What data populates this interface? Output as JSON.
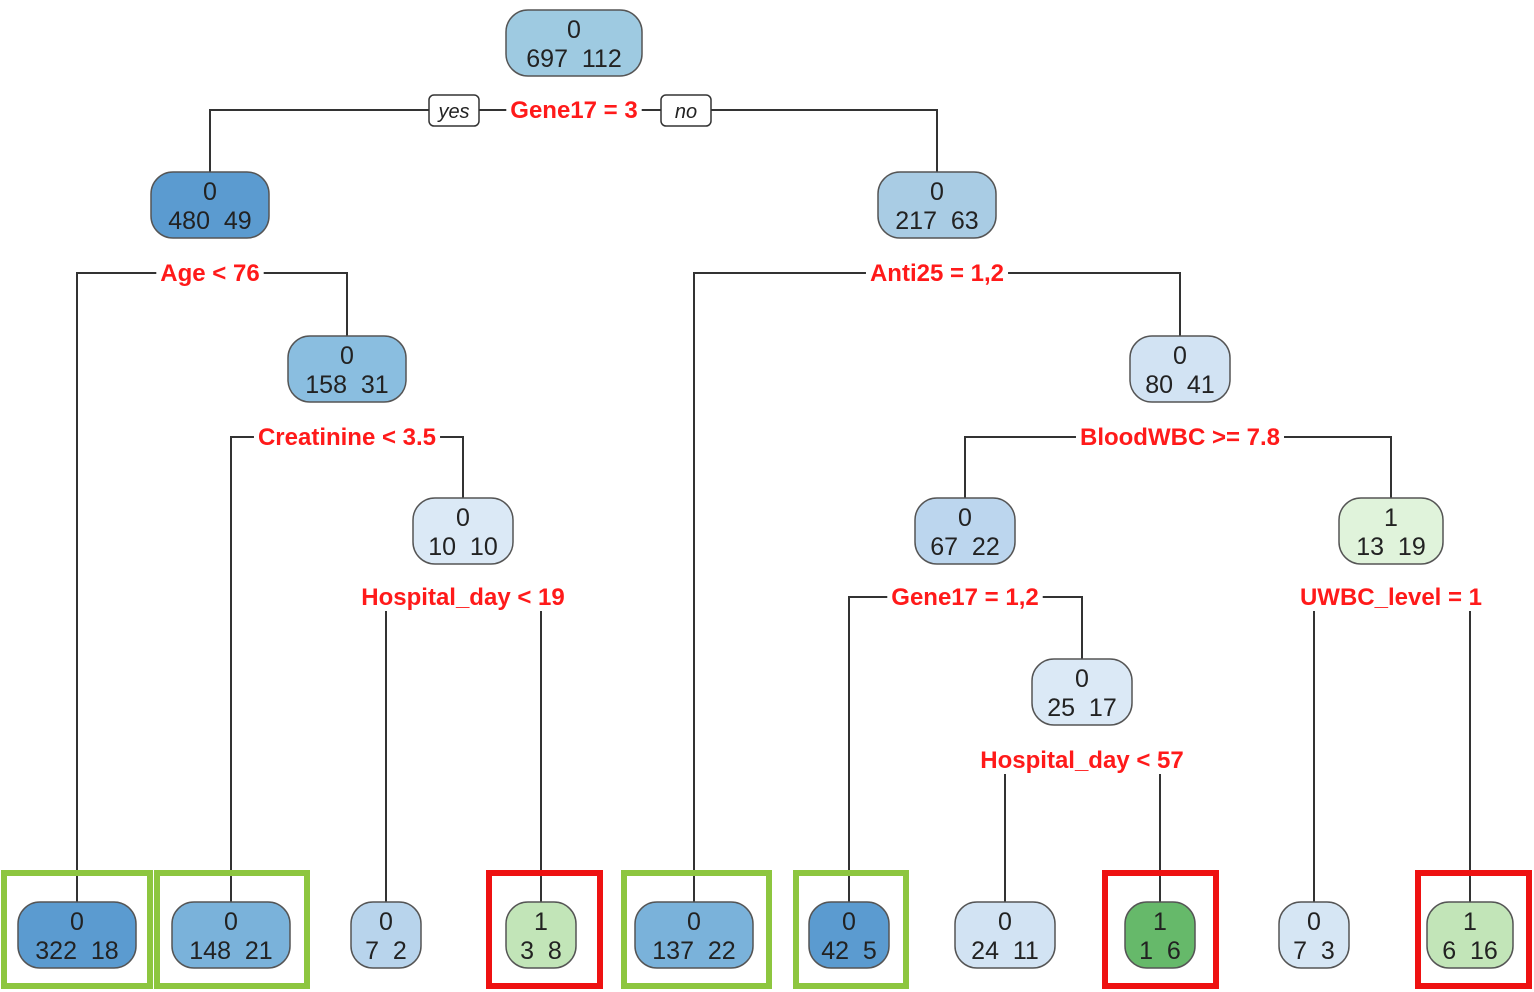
{
  "branch_labels": {
    "yes": "yes",
    "no": "no"
  },
  "colors": {
    "split_text": "#ff1a1a",
    "edge": "#333333",
    "good_leaf_frame": "#8dc63f",
    "bad_leaf_frame": "#ee1111"
  },
  "nodes": {
    "root": {
      "class": "0",
      "counts": "697  112",
      "fill": "#9ecae1"
    },
    "n2": {
      "class": "0",
      "counts": "480  49",
      "fill": "#5b9bd0"
    },
    "n3": {
      "class": "0",
      "counts": "217  63",
      "fill": "#a9cce4"
    },
    "n5": {
      "class": "0",
      "counts": "158  31",
      "fill": "#8abee0"
    },
    "n6": {
      "class": "0",
      "counts": "80  41",
      "fill": "#d2e3f3"
    },
    "n11": {
      "class": "0",
      "counts": "10  10",
      "fill": "#dbe9f6"
    },
    "n12": {
      "class": "0",
      "counts": "67  22",
      "fill": "#bcd6ee"
    },
    "n13": {
      "class": "1",
      "counts": "13  19",
      "fill": "#e0f3db"
    },
    "n25": {
      "class": "0",
      "counts": "25  17",
      "fill": "#dbe9f6"
    },
    "leaf1": {
      "class": "0",
      "counts": "322  18",
      "fill": "#5b9bd0"
    },
    "leaf2": {
      "class": "0",
      "counts": "148  21",
      "fill": "#7ab2da"
    },
    "leaf3": {
      "class": "0",
      "counts": "7  2",
      "fill": "#b8d4ec"
    },
    "leaf4": {
      "class": "1",
      "counts": "3  8",
      "fill": "#c2e5b8"
    },
    "leaf5": {
      "class": "0",
      "counts": "137  22",
      "fill": "#7ab2da"
    },
    "leaf6": {
      "class": "0",
      "counts": "42  5",
      "fill": "#5b9bd0"
    },
    "leaf7": {
      "class": "0",
      "counts": "24  11",
      "fill": "#d2e3f3"
    },
    "leaf8": {
      "class": "1",
      "counts": "1  6",
      "fill": "#66b96a"
    },
    "leaf9": {
      "class": "0",
      "counts": "7  3",
      "fill": "#d6e6f4"
    },
    "leaf10": {
      "class": "1",
      "counts": "6  16",
      "fill": "#c2e5b8"
    }
  },
  "splits": {
    "root": "Gene17 = 3",
    "n2": "Age < 76",
    "n3": "Anti25 = 1,2",
    "n5": "Creatinine < 3.5",
    "n6": "BloodWBC >= 7.8",
    "n11": "Hospital_day < 19",
    "n12": "Gene17 = 1,2",
    "n13": "UWBC_level = 1",
    "n25": "Hospital_day < 57"
  },
  "highlights": {
    "good": [
      "leaf1",
      "leaf2",
      "leaf5",
      "leaf6"
    ],
    "bad": [
      "leaf4",
      "leaf8",
      "leaf10"
    ]
  }
}
